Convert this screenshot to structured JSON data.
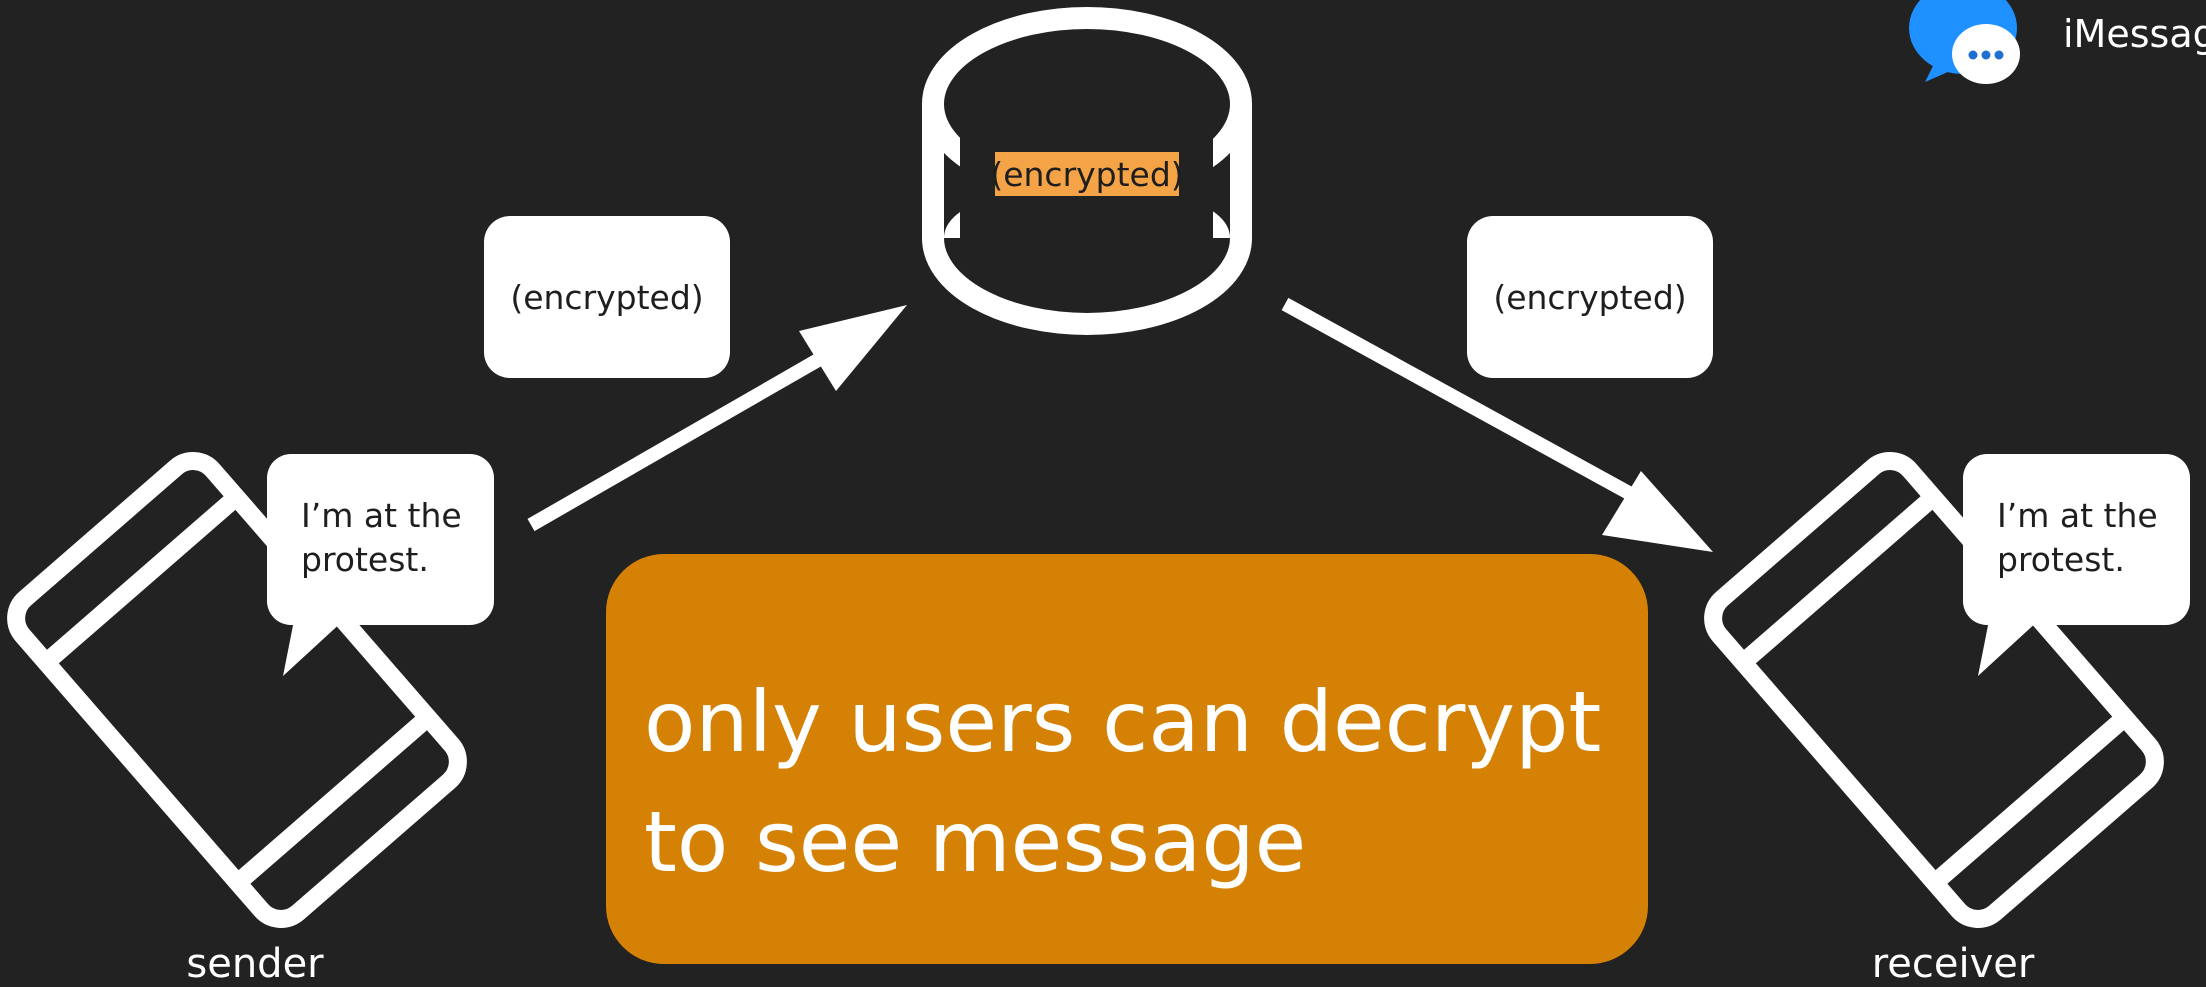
{
  "app": {
    "name": "iMessag"
  },
  "server": {
    "stored_label": "(encrypted)"
  },
  "transit": {
    "upload_label": "(encrypted)",
    "download_label": "(encrypted)"
  },
  "sender": {
    "label": "sender",
    "message_lines": [
      "I’m at the",
      "protest."
    ]
  },
  "receiver": {
    "label": "receiver",
    "message_lines": [
      "I’m at the",
      "protest."
    ]
  },
  "callout": {
    "lines": [
      "only users can decrypt",
      "to see message"
    ]
  },
  "colors": {
    "background": "#222222",
    "callout": "#d58106",
    "highlight": "#f4a446",
    "app_icon": "#1e90ff",
    "foreground": "#ffffff"
  }
}
